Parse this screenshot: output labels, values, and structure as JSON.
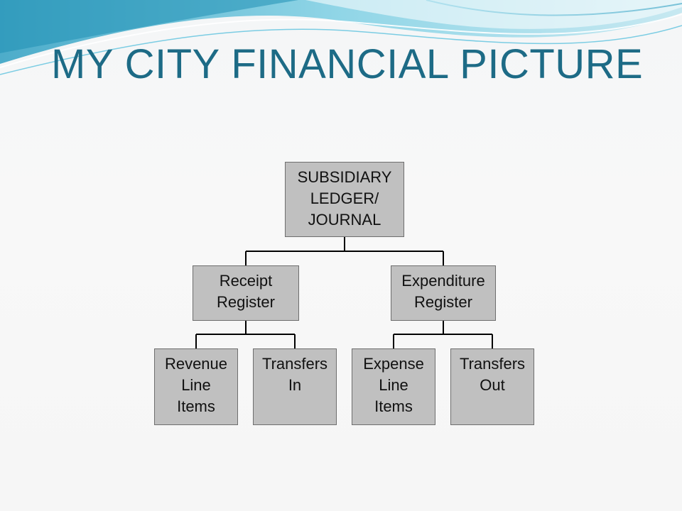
{
  "slide": {
    "title": "MY CITY FINANCIAL PICTURE",
    "colors": {
      "title": "#1d6b86",
      "box_fill": "#c0c0c0",
      "box_border": "#6e6e6e",
      "wave_light": "#bfe6f0",
      "wave_mid": "#7fd0e4",
      "wave_dark": "#2f9fc2"
    }
  },
  "diagram": {
    "root": {
      "label": "SUBSIDIARY\nLEDGER/\nJOURNAL"
    },
    "receipt_register": {
      "label": "Receipt\nRegister"
    },
    "expenditure_register": {
      "label": "Expenditure\nRegister"
    },
    "revenue_line_items": {
      "label": "Revenue\nLine\nItems"
    },
    "transfers_in": {
      "label": "Transfers\nIn"
    },
    "expense_line_items": {
      "label": "Expense\nLine\nItems"
    },
    "transfers_out": {
      "label": "Transfers\nOut"
    }
  }
}
